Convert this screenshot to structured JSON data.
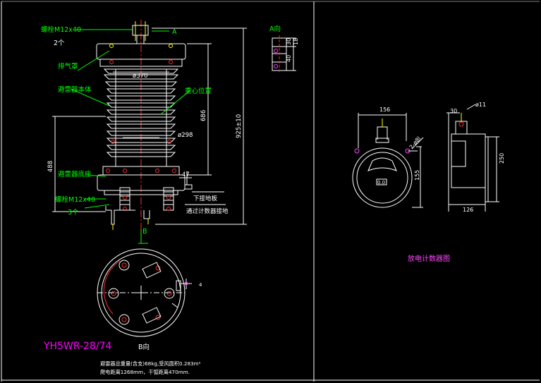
{
  "colors": {
    "background": "#000000",
    "line": "#ffffff",
    "callout": "#00ff00",
    "centerline": "#ff2a2a",
    "bolt": "#ffff00",
    "title": "#ff00ff",
    "detail": "#ff44ff"
  },
  "main": {
    "bolt_top_label": "螺栓M12x40",
    "bolt_top_qty": "2个",
    "view_a_tag": "A",
    "vent_label": "排气罩",
    "body_label": "避雷器本体",
    "center_label": "重心位置",
    "base_label": "避雷器底座",
    "bolt_bottom_label": "螺栓M12x40",
    "bolt_bottom_qty": "3个",
    "dim_370": "ø370",
    "dim_298": "ø298",
    "dim_686": "686",
    "dim_488": "488",
    "dim_925": "925±10",
    "dim_47": "47",
    "ground_plate": "下接地板",
    "to_counter": "通过计数器接地",
    "view_b_tag": "B",
    "view_b_caption": "B向",
    "model": "YH5WR-28/74",
    "note_line1": "避雷器总重量(含支)68kg,受风面积0.283m²",
    "note_line2": "爬电距离1268mm，干弧距离470mm."
  },
  "a_view": {
    "title": "A向",
    "dim_30": "30",
    "dim_18": "18",
    "dim_40": "40"
  },
  "counter": {
    "title": "放电计数器图",
    "dim_156": "156",
    "dim_155": "155",
    "dim_m8": "2-ø8l",
    "display": "0.0",
    "side_dim_30": "30",
    "side_dim_11": "ø11",
    "side_dim_250": "250",
    "side_dim_126": "126"
  }
}
